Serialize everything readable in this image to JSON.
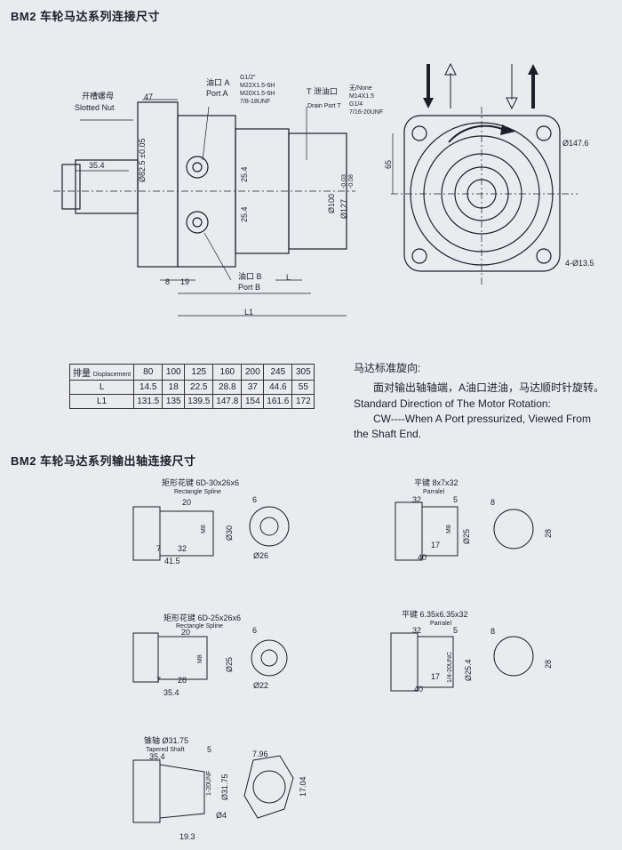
{
  "title1": "BM2 车轮马达系列连接尺寸",
  "title2": "BM2 车轮马达系列输出轴连接尺寸",
  "labels": {
    "slotted_nut_cn": "开槽螺母",
    "slotted_nut_en": "Slotted Nut",
    "port_a_cn": "油口 A",
    "port_a_en": "Port A",
    "port_a_specs": [
      "G1/2\"",
      "M22X1.5-6H",
      "M20X1.5-6H",
      "7/8-18UNF"
    ],
    "drain_cn": "T 泄油口",
    "drain_en": "Drain Port T",
    "drain_specs": [
      "无/None",
      "M14X1.5",
      "G1/4",
      "7/16-20UNF"
    ],
    "port_b_cn": "油口 B",
    "port_b_en": "Port B"
  },
  "dims": {
    "d47": "47",
    "d35_4": "35.4",
    "d82_5": "Ø82.5 ±0.05",
    "d25_4a": "25.4",
    "d25_4b": "25.4",
    "d100": "Ø100",
    "d127": "Ø127",
    "d127_tol_hi": "-0.03",
    "d127_tol_lo": "-0.08",
    "d8": "8",
    "d19": "19",
    "dL": "L",
    "dL1": "L1",
    "d65": "65",
    "d147_6": "Ø147.6",
    "d13_5": "4-Ø13.5"
  },
  "table": {
    "header_cn": "排量",
    "header_en": "Displacement",
    "displacements": [
      "80",
      "100",
      "125",
      "160",
      "200",
      "245",
      "305"
    ],
    "rows": [
      {
        "label": "L",
        "values": [
          "14.5",
          "18",
          "22.5",
          "28.8",
          "37",
          "44.6",
          "55"
        ]
      },
      {
        "label": "L1",
        "values": [
          "131.5",
          "135",
          "139.5",
          "147.8",
          "154",
          "161.6",
          "172"
        ]
      }
    ]
  },
  "rotation": {
    "cn_title": "马达标准旋向:",
    "cn_text": "面对输出轴轴端，A油口进油，马达顺时针旋转。",
    "en_title": "Standard Direction of The Motor Rotation:",
    "en_text1": "CW----When A Port pressurized, Viewed From",
    "en_text2": "the Shaft End."
  },
  "shafts": {
    "s1": {
      "cn": "矩形花键 6D-30x26x6",
      "en": "Rectangle Spline",
      "d20": "20",
      "d32": "32",
      "d7": "7",
      "d41_5": "41.5",
      "m8": "M8",
      "d30": "Ø30",
      "d26": "Ø26",
      "d6": "6"
    },
    "s2": {
      "cn": "平键 8x7x32",
      "en": "Parralel",
      "d32": "32",
      "d5": "5",
      "d17": "17",
      "d40": "40",
      "m8": "M8",
      "d25": "Ø25",
      "d8": "8",
      "d28": "28"
    },
    "s3": {
      "cn": "矩形花键 6D-25x26x6",
      "en": "Rectangle Spline",
      "d20": "20",
      "d28": "28",
      "d7": "7",
      "d35_4": "35.4",
      "m8": "M8",
      "d25": "Ø25",
      "d22": "Ø22",
      "d6": "6"
    },
    "s4": {
      "cn": "平键 6.35x6.35x32",
      "en": "Parralel",
      "d32": "32",
      "d5": "5",
      "d17": "17",
      "d40": "40",
      "unc": "1/4-20UNC",
      "d25_4": "Ø25.4",
      "d8": "8",
      "d28": "28"
    },
    "s5": {
      "cn": "锥轴 Ø31.75",
      "en": "Tapered Shaft",
      "d35_4": "35.4",
      "d5": "5",
      "unf": "1-20UNF",
      "d31_75": "Ø31.75",
      "d4": "Ø4",
      "d19_3": "19.3",
      "d7_96": "7.96",
      "d17_04": "17.04"
    }
  }
}
